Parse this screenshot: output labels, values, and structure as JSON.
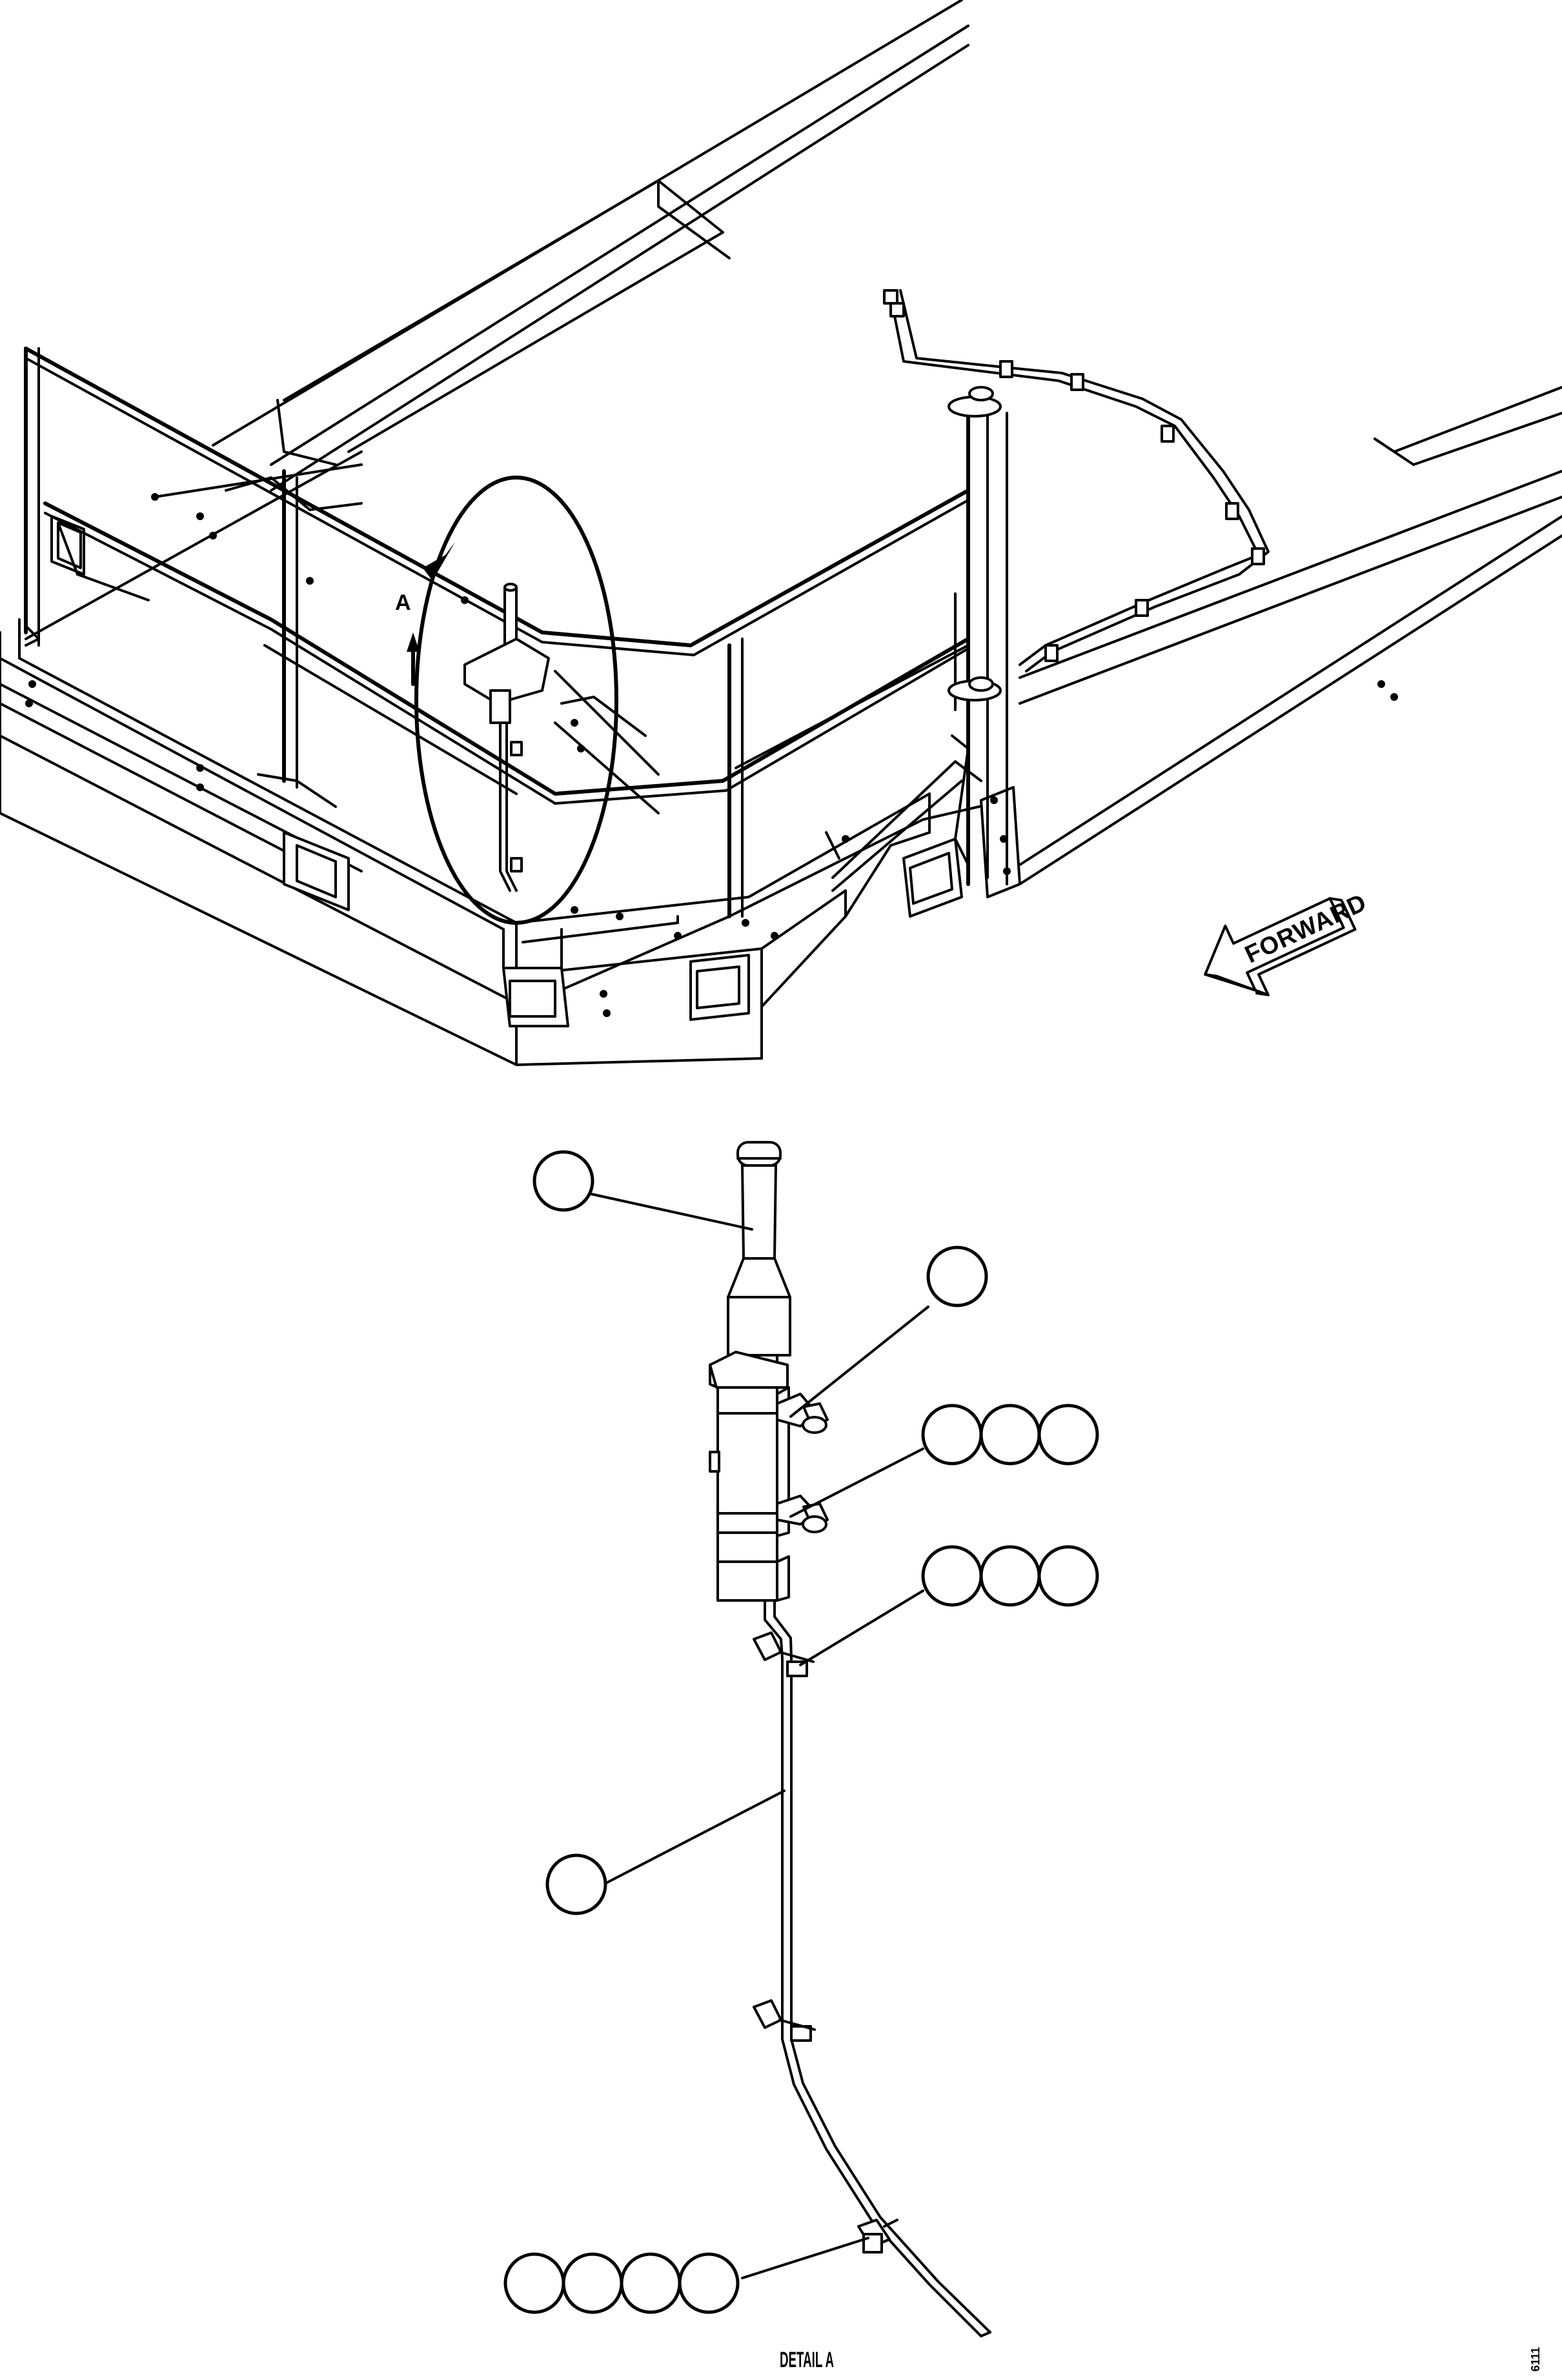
{
  "labels": {
    "detail_marker": "A",
    "forward": "FORWARD",
    "detail_caption": "DETAIL A",
    "drawing_code": "6111"
  },
  "colors": {
    "line": "#000000",
    "background": "#ffffff",
    "shade": "#d8d8d8"
  }
}
